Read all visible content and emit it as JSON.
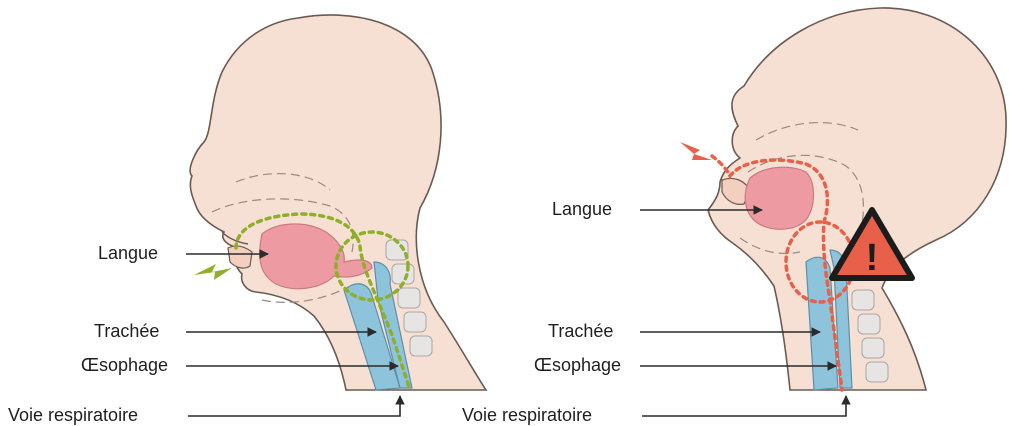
{
  "colors": {
    "skin": "#f6e0d3",
    "skin_outline": "#6a5a52",
    "tongue": "#ee9aa2",
    "airway": "#8ec3dc",
    "vertebra": "#e7e5e3",
    "normal_path": "#8fae2a",
    "danger_path": "#e8604a",
    "label_arrow": "#2b2b2b",
    "warning_fill": "#e8604a",
    "warning_outline": "#1c1c1c"
  },
  "left_panel": {
    "labels": {
      "langue": "Langue",
      "trachee": "Trachée",
      "oesophage": "Œsophage",
      "voie": "Voie respiratoire"
    },
    "indicator_icon": "green-arrow-icon"
  },
  "right_panel": {
    "labels": {
      "langue": "Langue",
      "trachee": "Trachée",
      "oesophage": "Œsophage",
      "voie": "Voie respiratoire"
    },
    "indicator_icon": "red-arrow-icon",
    "warning_icon": "warning-triangle-icon",
    "warning_symbol": "!"
  }
}
